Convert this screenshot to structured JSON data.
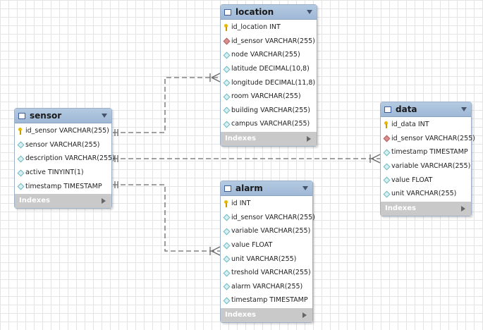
{
  "tables": {
    "location": {
      "name": "location",
      "columns": [
        {
          "text": "id_location INT",
          "kind": "pk"
        },
        {
          "text": "id_sensor VARCHAR(255)",
          "kind": "fk"
        },
        {
          "text": "node VARCHAR(255)",
          "kind": "col"
        },
        {
          "text": "latitude DECIMAL(10,8)",
          "kind": "col"
        },
        {
          "text": "longitude DECIMAL(11,8)",
          "kind": "col"
        },
        {
          "text": "room VARCHAR(255)",
          "kind": "col"
        },
        {
          "text": "building VARCHAR(255)",
          "kind": "col"
        },
        {
          "text": "campus VARCHAR(255)",
          "kind": "col"
        }
      ],
      "footer": "Indexes"
    },
    "sensor": {
      "name": "sensor",
      "columns": [
        {
          "text": "id_sensor VARCHAR(255)",
          "kind": "pk"
        },
        {
          "text": "sensor VARCHAR(255)",
          "kind": "col"
        },
        {
          "text": "description VARCHAR(255)",
          "kind": "col"
        },
        {
          "text": "active TINYINT(1)",
          "kind": "col"
        },
        {
          "text": "timestamp TIMESTAMP",
          "kind": "col"
        }
      ],
      "footer": "Indexes"
    },
    "data": {
      "name": "data",
      "columns": [
        {
          "text": "id_data INT",
          "kind": "pk"
        },
        {
          "text": "id_sensor VARCHAR(255)",
          "kind": "fk"
        },
        {
          "text": "timestamp TIMESTAMP",
          "kind": "col"
        },
        {
          "text": "variable VARCHAR(255)",
          "kind": "col"
        },
        {
          "text": "value FLOAT",
          "kind": "col"
        },
        {
          "text": "unit VARCHAR(255)",
          "kind": "col"
        }
      ],
      "footer": "Indexes"
    },
    "alarm": {
      "name": "alarm",
      "columns": [
        {
          "text": "id INT",
          "kind": "pk"
        },
        {
          "text": "id_sensor VARCHAR(255)",
          "kind": "col"
        },
        {
          "text": "variable VARCHAR(255)",
          "kind": "col"
        },
        {
          "text": "value FLOAT",
          "kind": "col"
        },
        {
          "text": "unit VARCHAR(255)",
          "kind": "col"
        },
        {
          "text": "treshold VARCHAR(255)",
          "kind": "col"
        },
        {
          "text": "alarm VARCHAR(255)",
          "kind": "col"
        },
        {
          "text": "timestamp TIMESTAMP",
          "kind": "col"
        }
      ],
      "footer": "Indexes"
    }
  },
  "relationships": [
    {
      "from": "sensor",
      "to": "location",
      "cardinality": "one-to-many"
    },
    {
      "from": "sensor",
      "to": "data",
      "cardinality": "one-to-many"
    },
    {
      "from": "sensor",
      "to": "alarm",
      "cardinality": "one-to-many"
    }
  ]
}
